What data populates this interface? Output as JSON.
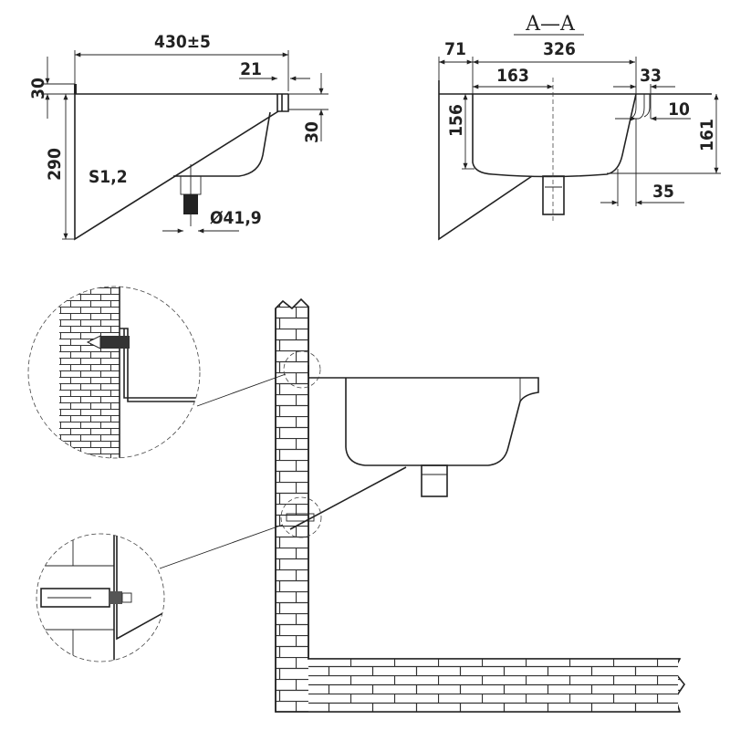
{
  "side_view": {
    "width_label": "430±5",
    "rim_label": "21",
    "top_offset_label": "30",
    "rim_height_label": "30",
    "height_label": "290",
    "thickness_label": "S1,2",
    "drain_label": "Ø41,9"
  },
  "section_view": {
    "title": "A—A",
    "wall_offset_label": "71",
    "width_label": "326",
    "half_width_label": "163",
    "rim_label": "33",
    "lip_label": "10",
    "depth_label": "156",
    "total_depth_label": "161",
    "bottom_offset_label": "35"
  }
}
